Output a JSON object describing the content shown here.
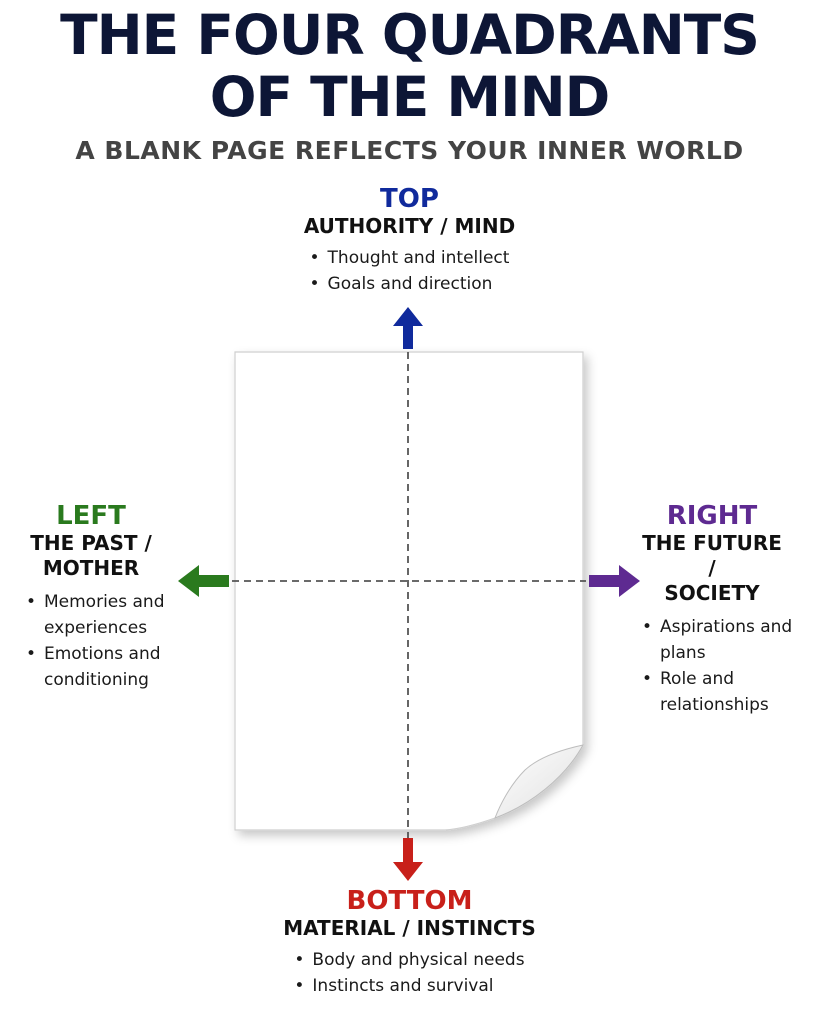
{
  "title": {
    "line1": "THE FOUR QUADRANTS",
    "line2": "OF THE MIND"
  },
  "subtitle": "A BLANK PAGE REFLECTS YOUR INNER WORLD",
  "colors": {
    "top": "#102a9c",
    "bottom": "#c8201a",
    "left": "#2a7a1e",
    "right": "#5e2a91",
    "title": "#0d1636"
  },
  "quadrants": {
    "top": {
      "heading": "TOP",
      "subheading": "AUTHORITY / MIND",
      "items": [
        "Thought and intellect",
        "Goals and direction"
      ],
      "arrow_icon": "arrow-up-icon"
    },
    "left": {
      "heading": "LEFT",
      "subheading_line1": "THE PAST /",
      "subheading_line2": "MOTHER",
      "items": [
        {
          "line1": "Memories and",
          "line2": "experiences"
        },
        {
          "line1": "Emotions and",
          "line2": "conditioning"
        }
      ],
      "arrow_icon": "arrow-left-icon"
    },
    "right": {
      "heading": "RIGHT",
      "subheading_line1": "THE FUTURE /",
      "subheading_line2": "SOCIETY",
      "items": [
        {
          "line1": "Aspirations and",
          "line2": "plans"
        },
        {
          "line1": "Role and",
          "line2": "relationships"
        }
      ],
      "arrow_icon": "arrow-right-icon"
    },
    "bottom": {
      "heading": "BOTTOM",
      "subheading": "MATERIAL / INSTINCTS",
      "items": [
        "Body and physical needs",
        "Instincts and survival"
      ],
      "arrow_icon": "arrow-down-icon"
    }
  }
}
